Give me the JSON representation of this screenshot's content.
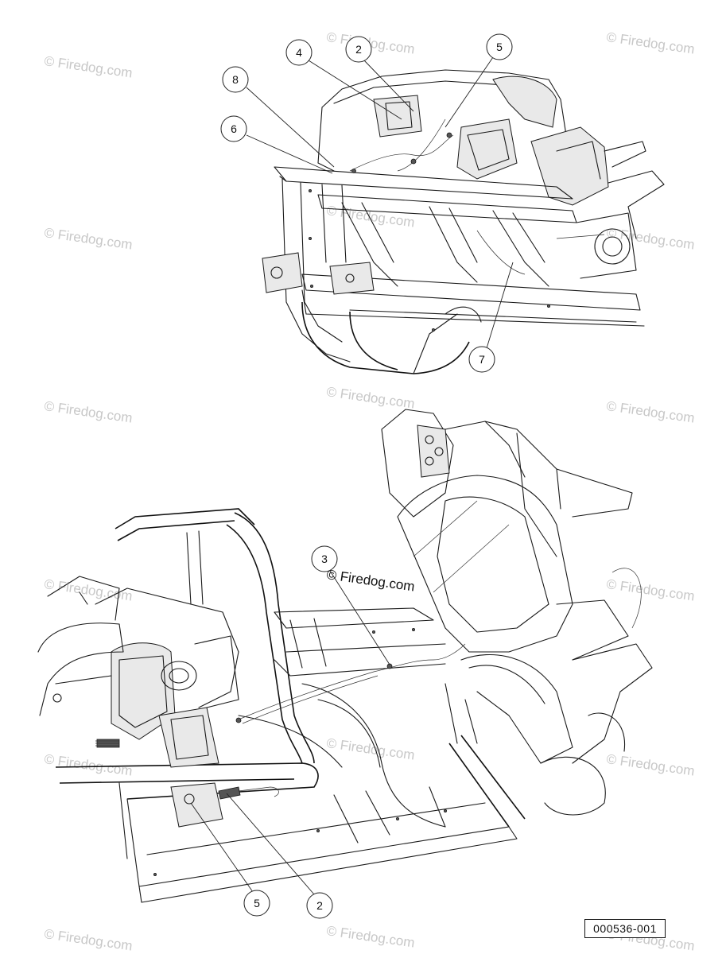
{
  "watermark": {
    "text": "© Firedog.com",
    "center_text": "© Firedog.com"
  },
  "part_number": "000536-001",
  "top_view": {
    "callouts": [
      {
        "id": "4",
        "label": "4"
      },
      {
        "id": "2",
        "label": "2"
      },
      {
        "id": "5",
        "label": "5"
      },
      {
        "id": "8",
        "label": "8"
      },
      {
        "id": "6",
        "label": "6"
      },
      {
        "id": "7",
        "label": "7"
      }
    ]
  },
  "bottom_view": {
    "callouts": [
      {
        "id": "3",
        "label": "3"
      },
      {
        "id": "5",
        "label": "5"
      },
      {
        "id": "2",
        "label": "2"
      }
    ]
  }
}
